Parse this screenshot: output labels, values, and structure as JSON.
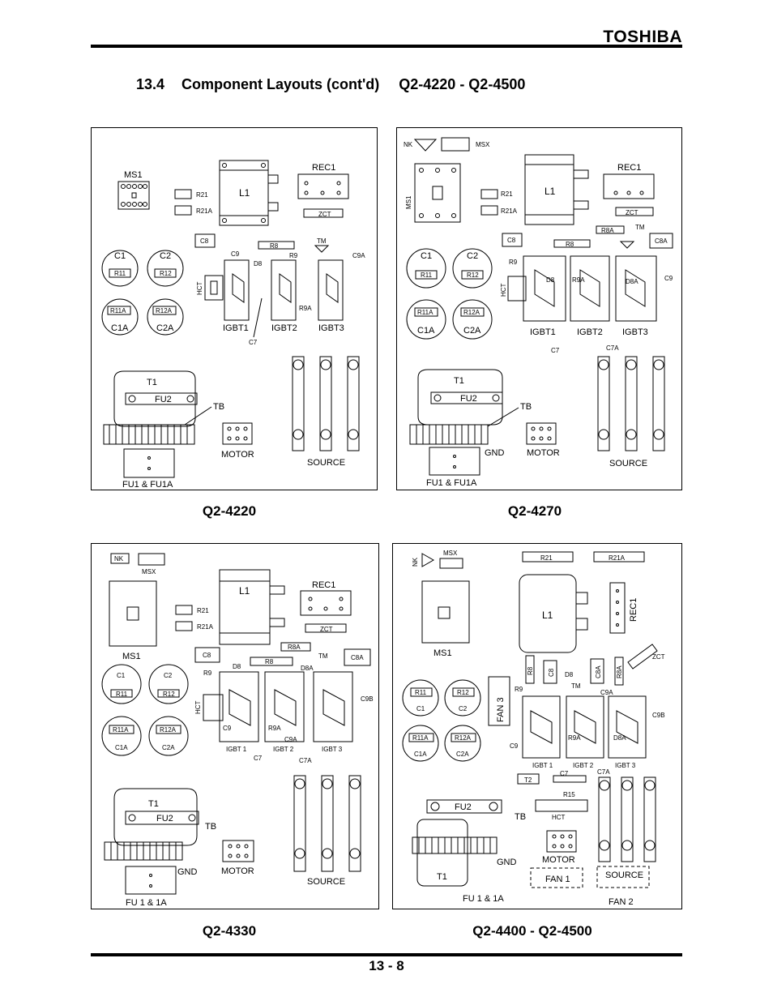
{
  "brand": "TOSHIBA",
  "section": {
    "number": "13.4",
    "title": "Component Layouts (cont'd)",
    "models": "Q2-4220  -  Q2-4500"
  },
  "page_number": "13 - 8",
  "panels": [
    {
      "caption": "Q2-4220",
      "labels": {
        "ms1": "MS1",
        "l1": "L1",
        "rec1": "REC1",
        "r21": "R21",
        "r21a": "R21A",
        "zct": "ZCT",
        "c8": "C8",
        "r8": "R8",
        "tm": "TM",
        "c9": "C9",
        "d8": "D8",
        "r9": "R9",
        "c9a": "C9A",
        "c1": "C1",
        "c2": "C2",
        "r11": "R11",
        "r12": "R12",
        "r11a": "R11A",
        "r12a": "R12A",
        "c1a": "C1A",
        "c2a": "C2A",
        "hct": "HCT",
        "r9a": "R9A",
        "igbt1": "IGBT1",
        "igbt2": "IGBT2",
        "igbt3": "IGBT3",
        "c7": "C7",
        "t1": "T1",
        "fu2": "FU2",
        "tb": "TB",
        "motor": "MOTOR",
        "source": "SOURCE",
        "fu": "FU1 & FU1A"
      }
    },
    {
      "caption": "Q2-4270",
      "labels": {
        "nk": "NK",
        "msx": "MSX",
        "ms1": "MS1",
        "l1": "L1",
        "rec1": "REC1",
        "r21": "R21",
        "r21a": "R21A",
        "zct": "ZCT",
        "r8a": "R8A",
        "tm": "TM",
        "c8": "C8",
        "r8": "R8",
        "c8a": "C8A",
        "c1": "C1",
        "c2": "C2",
        "r11": "R11",
        "r12": "R12",
        "r9": "R9",
        "hct": "HCT",
        "d8": "D8",
        "r9a": "R9A",
        "d8a": "D8A",
        "c9": "C9",
        "r11a": "R11A",
        "r12a": "R12A",
        "c1a": "C1A",
        "c2a": "C2A",
        "igbt1": "IGBT1",
        "igbt2": "IGBT2",
        "igbt3": "IGBT3",
        "c7": "C7",
        "c7a": "C7A",
        "t1": "T1",
        "fu2": "FU2",
        "tb": "TB",
        "gnd": "GND",
        "motor": "MOTOR",
        "source": "SOURCE",
        "fu": "FU1 & FU1A"
      }
    },
    {
      "caption": "Q2-4330",
      "labels": {
        "nk": "NK",
        "msx": "MSX",
        "l1": "L1",
        "rec1": "REC1",
        "r21": "R21",
        "r21a": "R21A",
        "zct": "ZCT",
        "ms1": "MS1",
        "c8": "C8",
        "r8a": "R8A",
        "r8": "R8",
        "tm": "TM",
        "c8a": "C8A",
        "r9": "R9",
        "d8": "D8",
        "d8a": "D8A",
        "c1": "C1",
        "c2": "C2",
        "r11": "R11",
        "r12": "R12",
        "hct": "HCT",
        "c9": "C9",
        "c9a": "C9A",
        "c9b": "C9B",
        "r9a": "R9A",
        "r11a": "R11A",
        "r12a": "R12A",
        "c1a": "C1A",
        "c2a": "C2A",
        "igbt1": "IGBT 1",
        "igbt2": "IGBT 2",
        "igbt3": "IGBT 3",
        "c7": "C7",
        "c7a": "C7A",
        "t1": "T1",
        "fu2": "FU2",
        "tb": "TB",
        "gnd": "GND",
        "motor": "MOTOR",
        "source": "SOURCE",
        "fu": "FU 1 & 1A"
      }
    },
    {
      "caption": "Q2-4400 - Q2-4500",
      "labels": {
        "nk": "NK",
        "msx": "MSX",
        "r21": "R21",
        "r21a": "R21A",
        "l1": "L1",
        "rec1": "REC1",
        "ms1": "MS1",
        "zct": "ZCT",
        "r8": "R8",
        "c8": "C8",
        "d8": "D8",
        "c8a": "C8A",
        "r8a": "R8A",
        "tm": "TM",
        "r9": "R9",
        "c9a": "C9A",
        "fan3": "FAN 3",
        "r11": "R11",
        "r12": "R12",
        "c1": "C1",
        "c2": "C2",
        "c9b": "C9B",
        "r9a": "R9A",
        "d8a": "D8A",
        "r11a": "R11A",
        "r12a": "R12A",
        "c1a": "C1A",
        "c2a": "C2A",
        "c9": "C9",
        "igbt1": "IGBT 1",
        "igbt2": "IGBT 2",
        "igbt3": "IGBT 3",
        "c7": "C7",
        "c7a": "C7A",
        "t2": "T2",
        "r15": "R15",
        "hct": "HCT",
        "fu2": "FU2",
        "tb": "TB",
        "gnd": "GND",
        "motor": "MOTOR",
        "t1": "T1",
        "fan1": "FAN 1",
        "source": "SOURCE",
        "fan2": "FAN 2",
        "fu": "FU 1 & 1A"
      }
    }
  ]
}
